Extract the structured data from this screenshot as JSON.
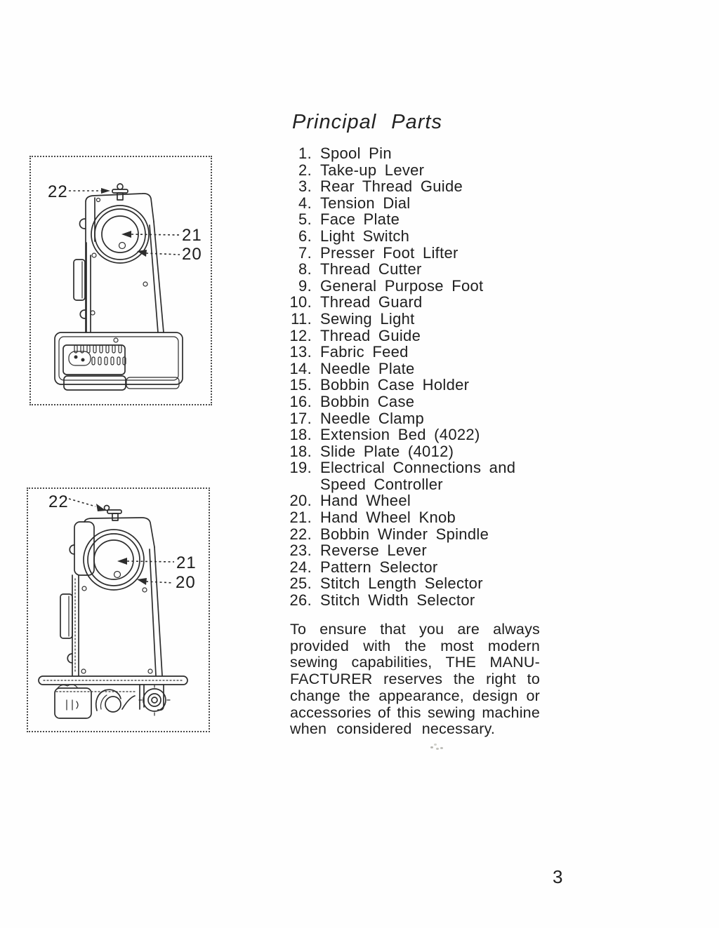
{
  "title": "Principal Parts",
  "page_number": "3",
  "parts": {
    "items": [
      {
        "num": "1.",
        "label": "Spool Pin"
      },
      {
        "num": "2.",
        "label": "Take-up Lever"
      },
      {
        "num": "3.",
        "label": "Rear Thread Guide"
      },
      {
        "num": "4.",
        "label": "Tension Dial"
      },
      {
        "num": "5.",
        "label": "Face Plate"
      },
      {
        "num": "6.",
        "label": "Light Switch"
      },
      {
        "num": "7.",
        "label": "Presser Foot Lifter"
      },
      {
        "num": "8.",
        "label": "Thread Cutter"
      },
      {
        "num": "9.",
        "label": "General Purpose Foot"
      },
      {
        "num": "10.",
        "label": "Thread Guard"
      },
      {
        "num": "11.",
        "label": "Sewing Light"
      },
      {
        "num": "12.",
        "label": "Thread Guide"
      },
      {
        "num": "13.",
        "label": "Fabric Feed"
      },
      {
        "num": "14.",
        "label": "Needle Plate"
      },
      {
        "num": "15.",
        "label": "Bobbin Case Holder"
      },
      {
        "num": "16.",
        "label": "Bobbin Case"
      },
      {
        "num": "17.",
        "label": "Needle Clamp"
      },
      {
        "num": "18.",
        "label": "Extension Bed (4022)"
      },
      {
        "num": "18.",
        "label": "Slide Plate (4012)"
      },
      {
        "num": "19.",
        "label": "Electrical Connections and\nSpeed Controller"
      },
      {
        "num": "20.",
        "label": "Hand Wheel"
      },
      {
        "num": "21.",
        "label": "Hand Wheel Knob"
      },
      {
        "num": "22.",
        "label": "Bobbin Winder Spindle"
      },
      {
        "num": "23.",
        "label": "Reverse Lever"
      },
      {
        "num": "24.",
        "label": "Pattern Selector"
      },
      {
        "num": "25.",
        "label": "Stitch Length Selector"
      },
      {
        "num": "26.",
        "label": "Stitch Width Selector"
      }
    ]
  },
  "paragraph": {
    "lines": [
      "To ensure that you are always",
      "provided with the most modern",
      "sewing capabilities, THE MANU-",
      "FACTURER reserves the right to",
      "change the appearance, design or",
      "accessories of this sewing machine",
      "when considered necessary."
    ]
  },
  "figures": [
    {
      "callouts": {
        "c22": "22",
        "c21": "21",
        "c20": "20"
      }
    },
    {
      "callouts": {
        "c22": "22",
        "c21": "21",
        "c20": "20"
      }
    }
  ]
}
